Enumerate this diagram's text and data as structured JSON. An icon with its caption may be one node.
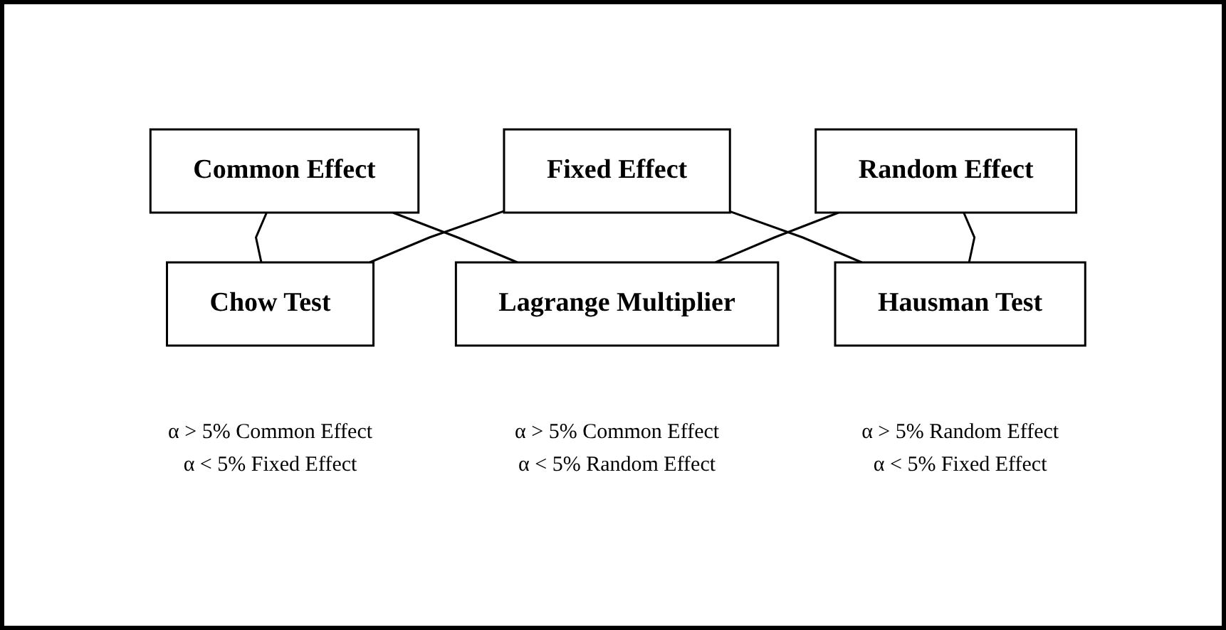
{
  "diagram": {
    "nodes": [
      {
        "text": [
          "Common Effect"
        ]
      },
      {
        "text": [
          "Fixed Effect"
        ]
      },
      {
        "text": [
          "Random Effect"
        ]
      },
      {
        "text": [
          "Chow Test"
        ],
        "beside": [
          "α > 5% Common Effect",
          "α < 5% Fixed Effect"
        ]
      },
      {
        "text": [
          "Hausman Test"
        ],
        "beside": [
          "α > 5% Random Effect",
          "α < 5% Fixed Effect"
        ]
      },
      {
        "text": [
          "Lagrange Multiplier"
        ],
        "beside": [
          "α > 5% Common Effect",
          "α < 5% Random Effect"
        ]
      }
    ],
    "edges": [
      {
        "from": 0,
        "to": 3,
        "arrow": "none"
      },
      {
        "from": 1,
        "to": 3,
        "arrow": "none"
      },
      {
        "from": 1,
        "to": 4,
        "arrow": "none"
      },
      {
        "from": 2,
        "to": 4,
        "arrow": "none"
      },
      {
        "from": 0,
        "to": 5,
        "arrow": "none"
      },
      {
        "from": 2,
        "to": 5,
        "arrow": "none"
      }
    ]
  }
}
